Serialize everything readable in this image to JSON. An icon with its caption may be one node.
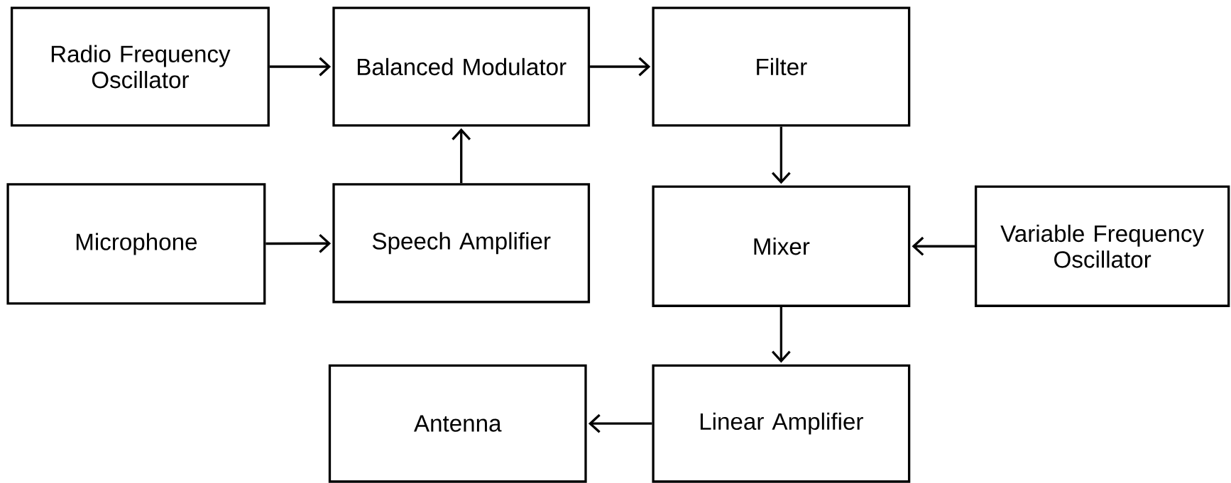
{
  "diagram": {
    "nodes": [
      {
        "text": [
          "Radio Frequency Oscillator"
        ]
      },
      {
        "text": [
          "Balanced Modulator"
        ]
      },
      {
        "text": [
          "Filter"
        ]
      },
      {
        "text": [
          "Microphone"
        ]
      },
      {
        "text": [
          "Speech Amplifier"
        ]
      },
      {
        "text": [
          "Mixer"
        ]
      },
      {
        "text": [
          "Variable Frequency Oscillator"
        ]
      },
      {
        "text": [
          "Antenna"
        ]
      },
      {
        "text": [
          "Linear Amplifier"
        ]
      }
    ],
    "edges": [
      {
        "from": 0,
        "to": 1,
        "arrow": "to"
      },
      {
        "from": 1,
        "to": 2,
        "arrow": "to"
      },
      {
        "from": 3,
        "to": 4,
        "arrow": "to"
      },
      {
        "from": 4,
        "to": 1,
        "arrow": "to"
      },
      {
        "from": 2,
        "to": 5,
        "arrow": "to"
      },
      {
        "from": 6,
        "to": 5,
        "arrow": "to"
      },
      {
        "from": 5,
        "to": 8,
        "arrow": "to"
      },
      {
        "from": 8,
        "to": 7,
        "arrow": "to"
      }
    ]
  }
}
